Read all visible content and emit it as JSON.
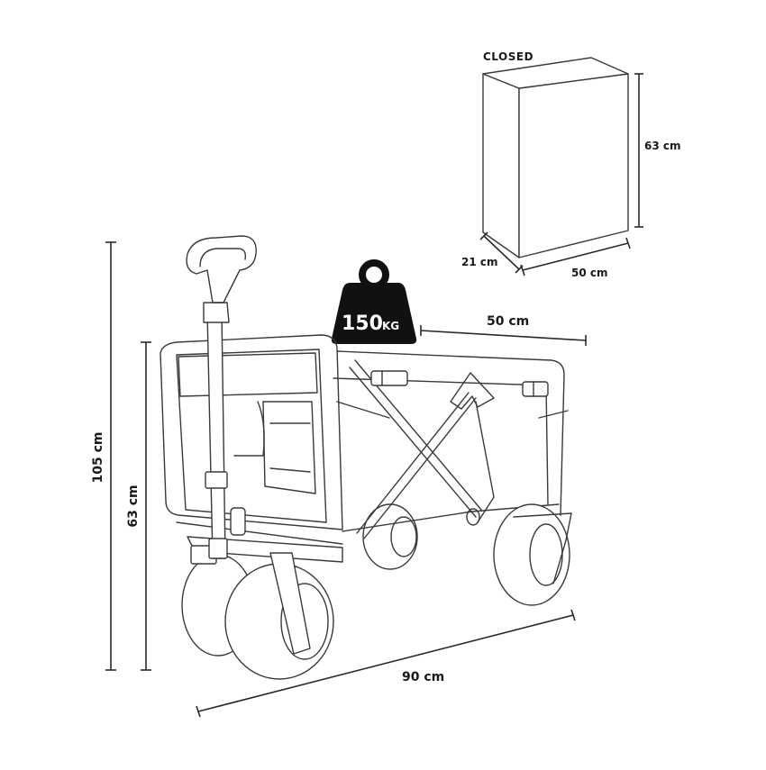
{
  "closed_box": {
    "title": "CLOSED",
    "height_label": "63 cm",
    "depth_label": "21 cm",
    "width_label": "50 cm"
  },
  "weight": {
    "value": "150",
    "unit": "KG",
    "icon": "weight-icon",
    "color": "#111111"
  },
  "dimensions": {
    "width_label": "50 cm",
    "total_height_label": "105 cm",
    "body_height_label": "63 cm",
    "length_label": "90 cm"
  }
}
